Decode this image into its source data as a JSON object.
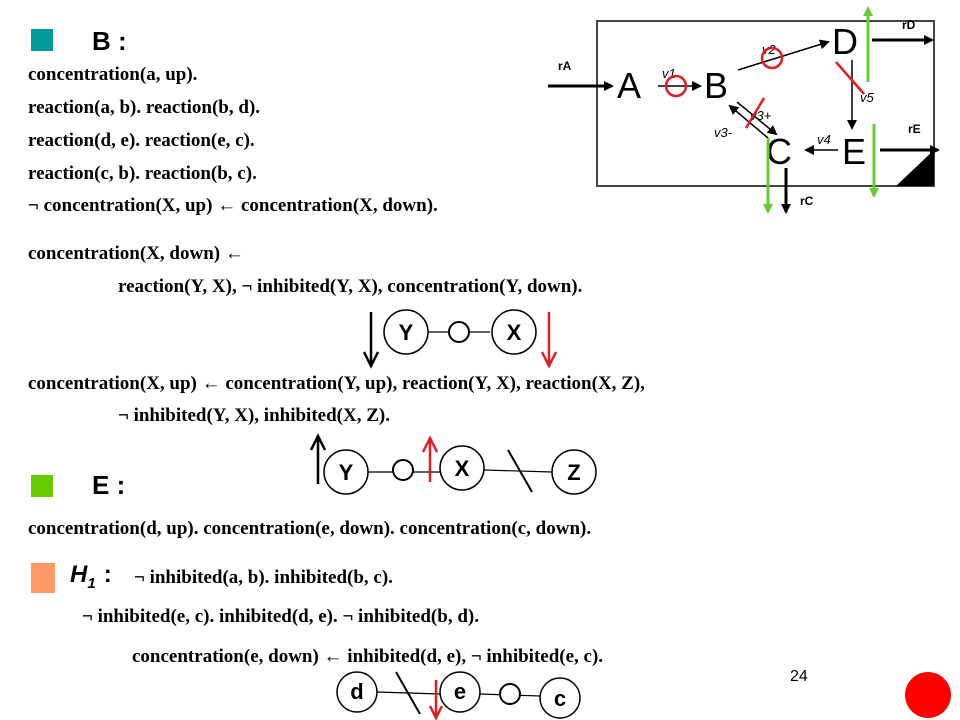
{
  "colors": {
    "b_square": "#009999",
    "e_square": "#66cc00",
    "h1_square": "#ff9966",
    "red": "#e02020",
    "green": "#66cc33",
    "red_dot": "#ff0000"
  },
  "section_b": {
    "heading": "B :",
    "lines": [
      "concentration(a, up).",
      "reaction(a, b).  reaction(b, d).",
      "reaction(d, e).  reaction(e, c).",
      "reaction(c, b).  reaction(b, c).",
      "¬ concentration(X, up) ← concentration(X, down)."
    ]
  },
  "rule1": {
    "line1": "concentration(X, down) ←",
    "line2": "reaction(Y, X),  ¬ inhibited(Y, X), concentration(Y, down)."
  },
  "rule2": {
    "line1": "concentration(X, up) ← concentration(Y, up), reaction(Y, X), reaction(X, Z),",
    "line2": "¬ inhibited(Y, X), inhibited(X, Z)."
  },
  "mini1": {
    "nodes": [
      "Y",
      "X"
    ]
  },
  "mini2": {
    "nodes": [
      "Y",
      "X",
      "Z"
    ]
  },
  "mini3": {
    "nodes": [
      "d",
      "e",
      "c"
    ]
  },
  "section_e": {
    "heading": "E :",
    "line": "concentration(d, up).  concentration(e, down).   concentration(c, down)."
  },
  "section_h1": {
    "heading_main": "H",
    "heading_sub": "1",
    "heading_colon": ":",
    "line1": "¬ inhibited(a, b).  inhibited(b, c).",
    "line2": "¬ inhibited(e, c).  inhibited(d, e).  ¬ inhibited(b, d).",
    "line3": "concentration(e, down) ← inhibited(d, e),  ¬ inhibited(e, c)."
  },
  "network": {
    "nodes": [
      "A",
      "B",
      "C",
      "D",
      "E"
    ],
    "edge_labels": [
      "v1",
      "v2",
      "v3+",
      "v3-",
      "v4",
      "v5"
    ],
    "flux_labels": [
      "rA",
      "rD",
      "rE",
      "rC"
    ]
  },
  "page_number": "24"
}
